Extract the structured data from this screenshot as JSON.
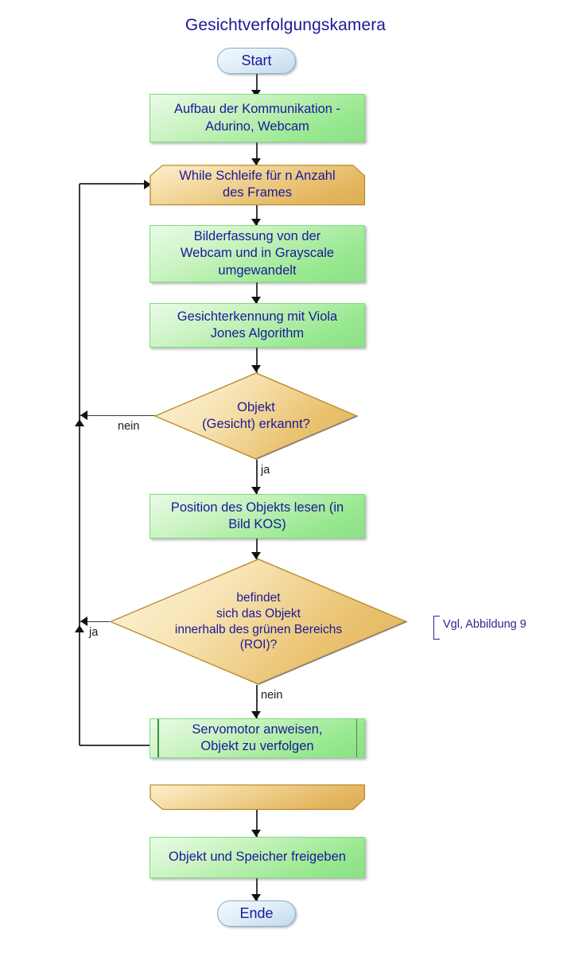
{
  "diagram": {
    "title": "Gesichtverfolgungskamera",
    "colors": {
      "text_blue": "#1a1a99",
      "process_green": "#97e88f",
      "decision_orange": "#eac371",
      "terminator_blue": "#cfe3f2",
      "annotation_blue": "#28288f",
      "connector": "#3b3b3b"
    },
    "nodes": [
      {
        "id": "start",
        "shape": "terminator",
        "label": "Start"
      },
      {
        "id": "setup",
        "shape": "process",
        "label": "Aufbau der Kommunikation -\nAdurino, Webcam"
      },
      {
        "id": "while_loop",
        "shape": "loop-limit-start",
        "label": "While Schleife für n Anzahl\ndes Frames"
      },
      {
        "id": "capture",
        "shape": "process",
        "label": "Bilderfassung von der\nWebcam und in Grayscale\numgewandelt"
      },
      {
        "id": "detect",
        "shape": "process",
        "label": "Gesichterkennung mit Viola\nJones Algorithm"
      },
      {
        "id": "decision_face",
        "shape": "decision",
        "label": "Objekt\n(Gesicht) erkannt?"
      },
      {
        "id": "read_pos",
        "shape": "process",
        "label": "Position des Objekts lesen (in\nBild KOS)"
      },
      {
        "id": "decision_roi",
        "shape": "decision",
        "label": "befindet\nsich das Objekt\ninnerhalb des grünen Bereichs\n(ROI)?"
      },
      {
        "id": "servo",
        "shape": "predefined-process",
        "label": "Servomotor anweisen,\nObjekt zu verfolgen"
      },
      {
        "id": "loop_end",
        "shape": "loop-limit-end",
        "label": ""
      },
      {
        "id": "release",
        "shape": "process",
        "label": "Objekt und Speicher freigeben"
      },
      {
        "id": "end",
        "shape": "terminator",
        "label": "Ende"
      }
    ],
    "edge_labels": {
      "face_no": "nein",
      "face_yes": "ja",
      "roi_yes": "ja",
      "roi_no": "nein"
    },
    "annotation": {
      "text": "Vgl, Abbildung 9"
    }
  }
}
